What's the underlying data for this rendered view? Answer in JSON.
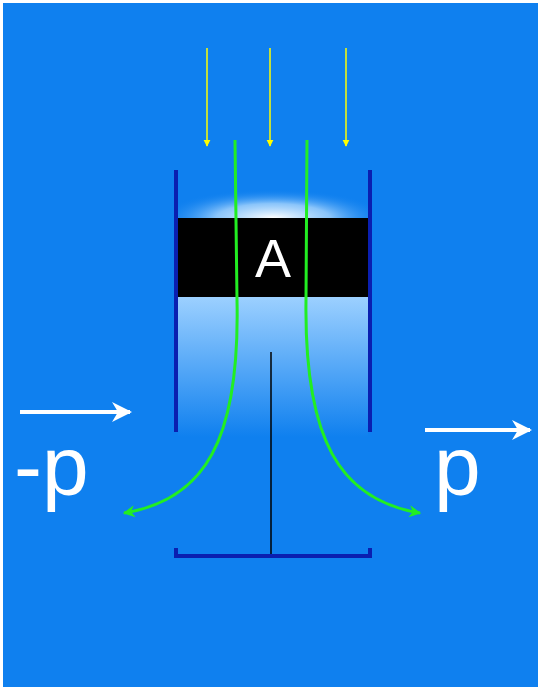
{
  "diagram": {
    "nodes": [
      {
        "text": [
          "A"
        ]
      }
    ],
    "labels": [
      "-p",
      "p"
    ]
  }
}
